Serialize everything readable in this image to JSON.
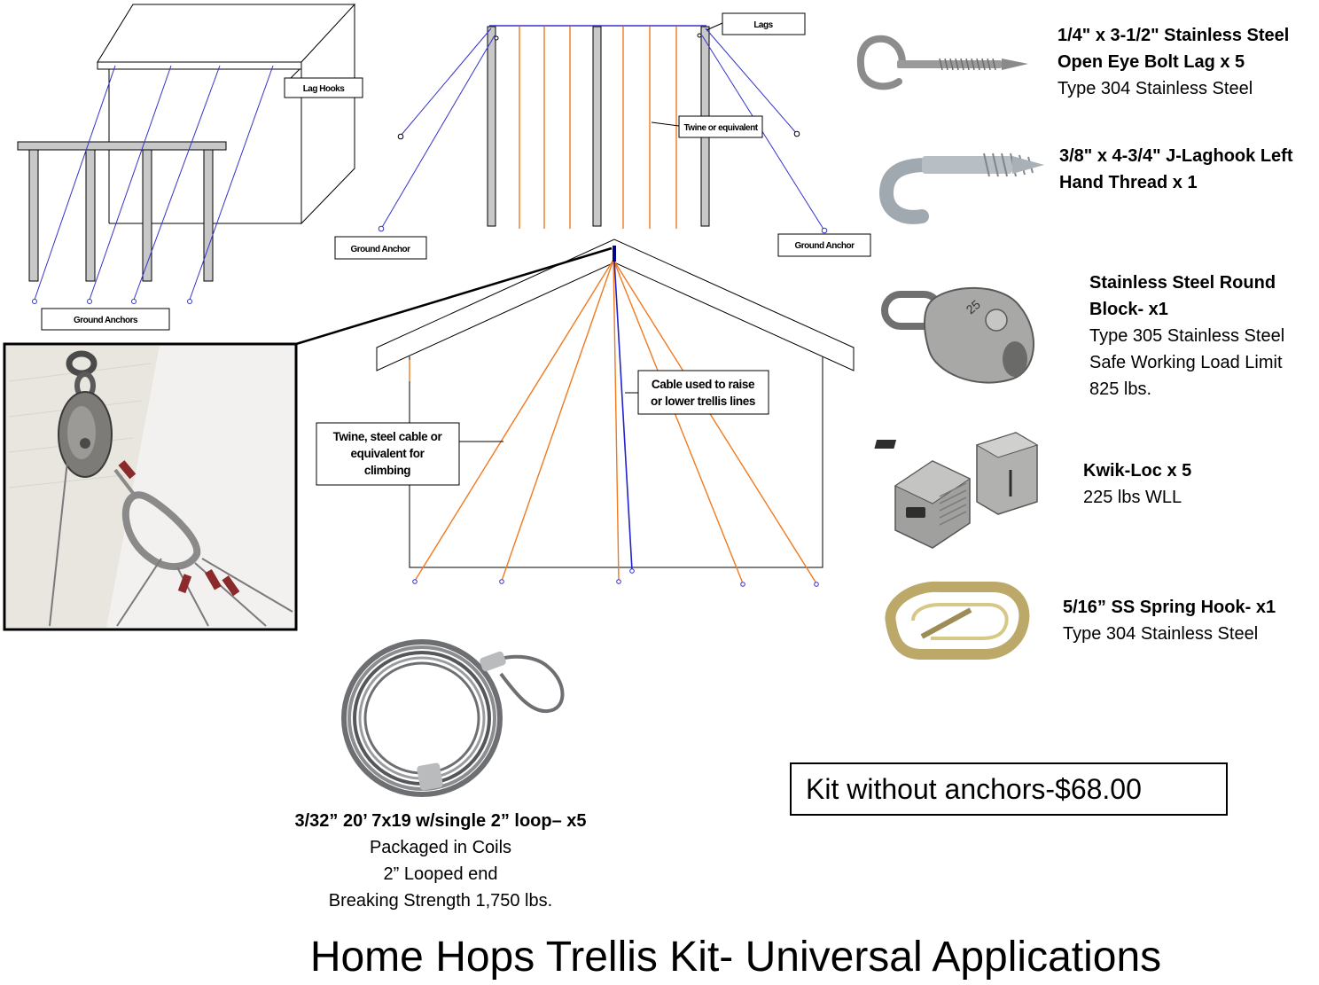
{
  "title": "Home Hops Trellis Kit- Universal Applications",
  "price": "Kit without anchors-$68.00",
  "diagram_labels": {
    "lag_hooks": "Lag Hooks",
    "ground_anchors": "Ground Anchors",
    "lags": "Lags",
    "twine_or_equivalent": "Twine or equivalent",
    "ground_anchor_left": "Ground Anchor",
    "ground_anchor_right": "Ground Anchor",
    "cable_raise_line1": "Cable used to raise",
    "cable_raise_line2": "or lower trellis lines",
    "twine_steel_line1": "Twine, steel cable or",
    "twine_steel_line2": "equivalent for",
    "twine_steel_line3": "climbing"
  },
  "products": [
    {
      "name_lines": [
        "1/4\" x 3-1/2\" Stainless Steel",
        "Open Eye Bolt Lag x 5"
      ],
      "detail_lines": [
        "Type 304 Stainless Steel"
      ],
      "icon": "eye-bolt-icon"
    },
    {
      "name_lines": [
        "3/8\" x 4-3/4\" J-Laghook Left",
        "Hand Thread x 1"
      ],
      "detail_lines": [],
      "icon": "j-hook-icon"
    },
    {
      "name_lines": [
        "Stainless Steel Round",
        "Block- x1"
      ],
      "detail_lines": [
        "Type 305 Stainless Steel",
        "Safe Working Load Limit",
        "825 lbs."
      ],
      "icon": "pulley-block-icon"
    },
    {
      "name_lines": [
        "Kwik-Loc x 5"
      ],
      "detail_lines": [
        "225 lbs WLL"
      ],
      "icon": "kwik-loc-icon"
    },
    {
      "name_lines": [
        "5/16” SS Spring Hook- x1"
      ],
      "detail_lines": [
        "Type 304 Stainless Steel"
      ],
      "icon": "spring-hook-icon"
    }
  ],
  "cable": {
    "name": "3/32” 20’ 7x19 w/single 2” loop– x5",
    "detail_lines": [
      "Packaged in Coils",
      "2” Looped end",
      "Breaking Strength 1,750 lbs."
    ],
    "icon": "cable-coil-icon"
  },
  "pulley_badge": "25",
  "colors": {
    "guide_line": "#3333cc",
    "twine": "#f07a20",
    "post": "#c8c8c8",
    "cable_gray": "#555555"
  }
}
